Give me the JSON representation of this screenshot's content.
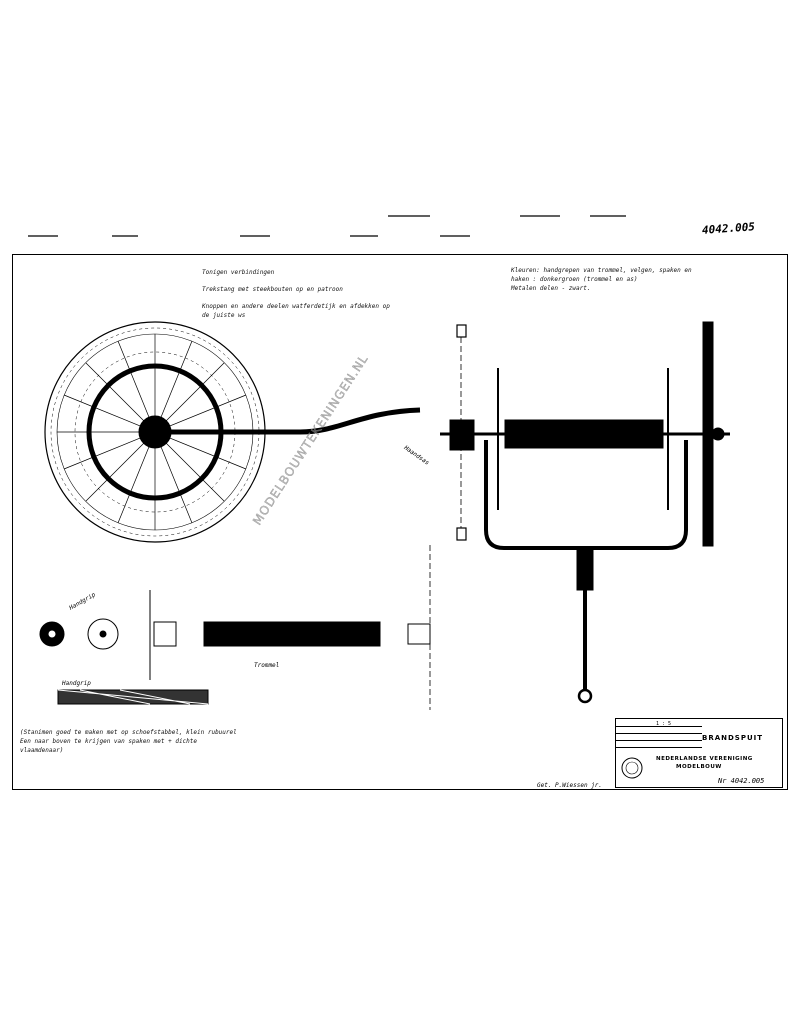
{
  "sheet": {
    "number_top": "4042.005",
    "watermark": "MODELBOUWTEKENINGEN.NL",
    "notes_left": [
      "Tonigen verbindingen",
      "Trekstang met steekbouten op en patroon",
      "Knoppen en andere deelen watferdetijk en afdekken op",
      "de juiste ws"
    ],
    "notes_right": [
      "Kleuren: handgrepen van trommel, velgen, spaken en",
      "haken : donkergroen (trommel en as)",
      "Metalen delen - zwart."
    ],
    "notes_bottom": [
      "(Stanimen goed te maken met op schoefstabbel, klein rubuurel",
      "Een naar boven te krijgen van spaken met + dichte",
      "vlaamdenaar)"
    ],
    "labels": {
      "label_left_wheel": "Handgrip",
      "label_drum": "Trommel",
      "label_axle": "Haandsas",
      "label_small": "Handgrip"
    },
    "signature": "Get. P.Wiessen jr."
  },
  "titleblock": {
    "brand": "BRANDSPUIT",
    "scale": "1 : 5",
    "title_line1": "NEDERLANDSE VERENIGING",
    "title_line2": "MODELBOUW",
    "drawing_number": "Nr 4042.005"
  }
}
